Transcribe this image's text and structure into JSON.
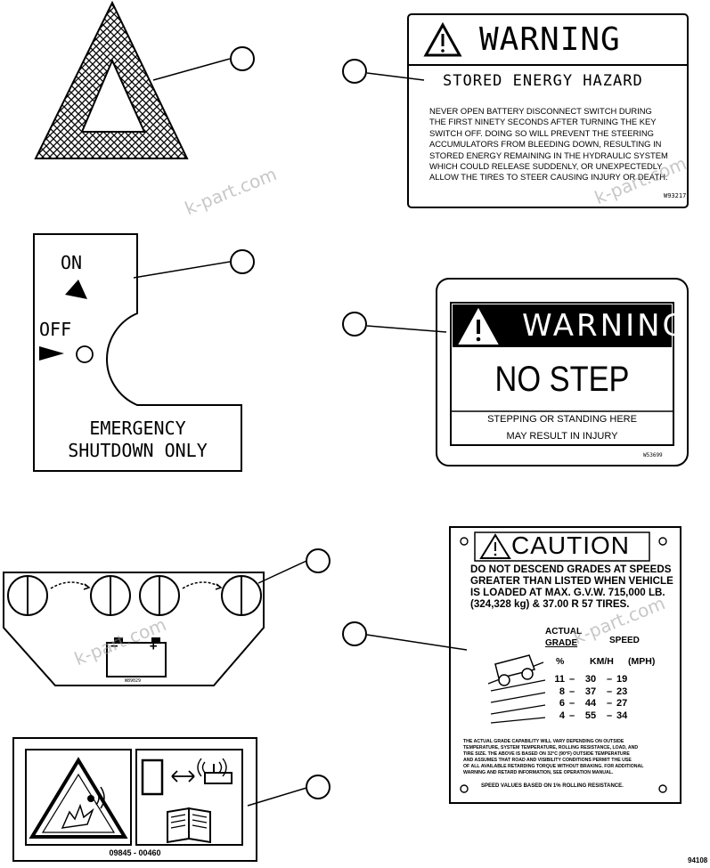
{
  "warning_stored_energy": {
    "header": "WARNING",
    "title": "STORED ENERGY HAZARD",
    "body_lines": [
      "NEVER OPEN BATTERY DISCONNECT SWITCH DURING",
      "THE FIRST NINETY SECONDS AFTER TURNING THE KEY",
      "SWITCH OFF.  DOING SO WILL PREVENT THE STEERING",
      "ACCUMULATORS FROM BLEEDING DOWN, RESULTING IN",
      "STORED ENERGY REMAINING IN THE HYDRAULIC SYSTEM",
      "WHICH COULD RELEASE SUDDENLY, OR UNEXPECTEDLY",
      "ALLOW THE TIRES TO STEER CAUSING INJURY OR DEATH."
    ],
    "part_no": "W93217"
  },
  "shutdown_plate": {
    "on_label": "ON",
    "off_label": "OFF",
    "line1": "EMERGENCY",
    "line2": "SHUTDOWN ONLY"
  },
  "warning_no_step": {
    "header": "WARNING",
    "title": "NO STEP",
    "line1": "STEPPING OR STANDING HERE",
    "line2": "MAY RESULT IN INJURY",
    "part_no": "W53699"
  },
  "battery_plate": {
    "part_no": "W89029",
    "minus": "−",
    "plus": "+"
  },
  "caution_plate": {
    "header": "CAUTION",
    "intro_lines": [
      "DO NOT DESCEND GRADES AT SPEEDS",
      "GREATER THAN LISTED WHEN VEHICLE",
      "IS LOADED AT MAX. G.V.W. 715,000 LB.",
      "(324,328 kg) & 37.00 R 57 TIRES."
    ],
    "col_grade_top": "ACTUAL",
    "col_grade": "GRADE",
    "col_speed": "SPEED",
    "unit_grade": "%",
    "unit_kmh": "KM/H",
    "unit_mph": "(MPH)",
    "rows": [
      {
        "grade": "11",
        "kmh": "30",
        "mph": "19"
      },
      {
        "grade": "8",
        "kmh": "37",
        "mph": "23"
      },
      {
        "grade": "6",
        "kmh": "44",
        "mph": "27"
      },
      {
        "grade": "4",
        "kmh": "55",
        "mph": "34"
      }
    ],
    "note_lines": [
      "THE ACTUAL GRADE CAPABILITY WILL VARY DEPENDING ON OUTSIDE",
      "TEMPERATURE, SYSTEM TEMPERATURE, ROLLING RESISTANCE, LOAD, AND",
      "TIRE SIZE.  THE ABOVE IS BASED ON 32°C (90°F) OUTSIDE TEMPERATURE",
      "AND ASSUMES THAT ROAD AND VISIBILITY CONDITIONS PERMIT THE USE",
      "OF ALL AVAILABLE RETARDING TORQUE WITHOUT BRAKING.  FOR ADDITIONAL",
      "WARNING AND RETARD INFORMATION, SEE OPERATION MANUAL."
    ],
    "footer": "SPEED VALUES BASED ON 1% ROLLING RESISTANCE."
  },
  "pictogram_plate": {
    "part_no": "09845 - 00460"
  },
  "watermarks": [
    "k-part.com",
    "k-part.com",
    "k-part.com",
    "k-part.com"
  ],
  "figure_no": "94108"
}
